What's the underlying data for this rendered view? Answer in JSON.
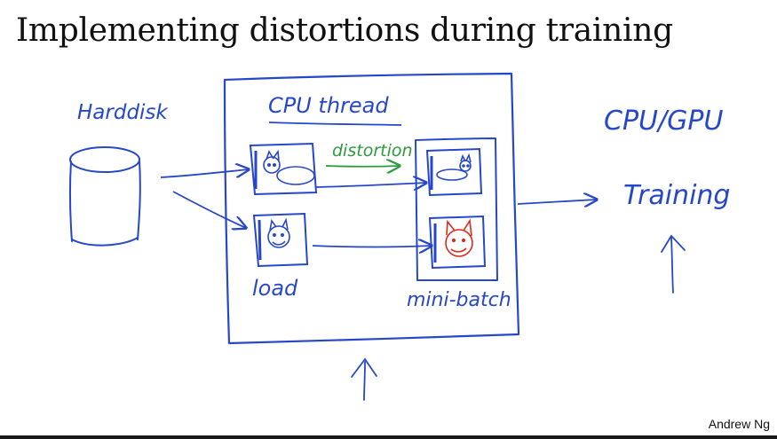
{
  "slide": {
    "title": "Implementing distortions during training",
    "author": "Andrew Ng"
  },
  "diagram": {
    "ink_color": "#2747c9",
    "distortion_color": "#2e9a3e",
    "red_image_color": "#e0271c",
    "labels": {
      "harddisk": "Harddisk",
      "cpu_thread": "CPU thread",
      "distortion": "distortion",
      "load": "load",
      "mini_batch": "mini-batch",
      "cpu_gpu": "CPU/GPU",
      "training": "Training"
    },
    "icons": {
      "disk": "cylinder-disk-icon",
      "cat_original": "cat-sketch-icon",
      "cat_distorted": "distorted-cat-sketch-icon"
    }
  }
}
